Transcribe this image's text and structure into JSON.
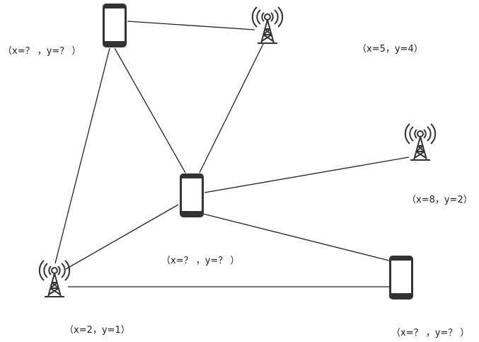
{
  "nodes": [
    {
      "id": "phone-top",
      "kind": "phone",
      "label": "（x=？ ，y=？ ）"
    },
    {
      "id": "tower-top",
      "kind": "tower",
      "label": "（x=5，y=4）"
    },
    {
      "id": "tower-right",
      "kind": "tower",
      "label": "（x=8，y=2）"
    },
    {
      "id": "phone-center",
      "kind": "phone",
      "label": "（x=？ ，y=？ ）"
    },
    {
      "id": "tower-bottom-left",
      "kind": "tower",
      "label": "（x=2，y=1）"
    },
    {
      "id": "phone-bottom-right",
      "kind": "phone",
      "label": "（x=？ ，y=？ ）"
    }
  ],
  "edges": [
    [
      "phone-top",
      "tower-top"
    ],
    [
      "phone-top",
      "phone-center"
    ],
    [
      "phone-top",
      "tower-bottom-left"
    ],
    [
      "tower-top",
      "phone-center"
    ],
    [
      "phone-center",
      "tower-right"
    ],
    [
      "phone-center",
      "tower-bottom-left"
    ],
    [
      "phone-center",
      "phone-bottom-right"
    ],
    [
      "tower-bottom-left",
      "phone-bottom-right"
    ]
  ],
  "colors": {
    "line": "#222222",
    "phone_body": "#333333",
    "phone_screen": "#ffffff",
    "tower": "#333333"
  }
}
